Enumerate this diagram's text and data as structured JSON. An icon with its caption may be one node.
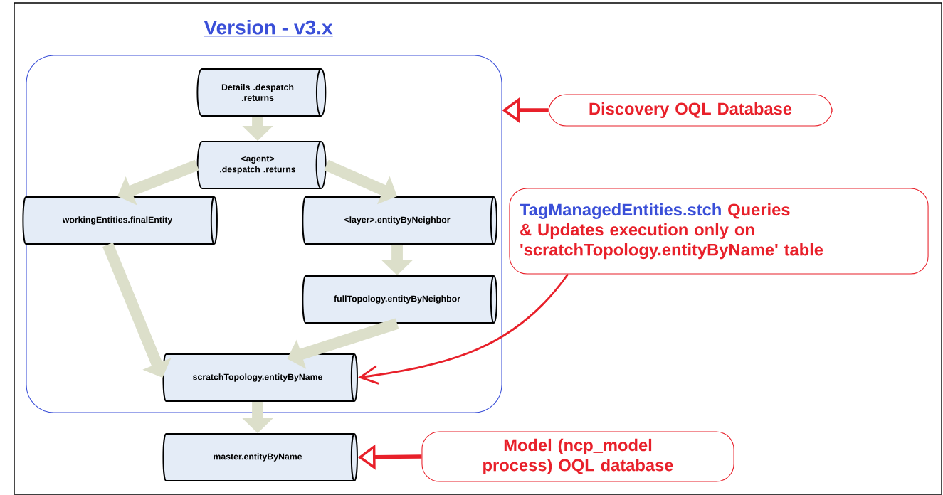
{
  "diagram": {
    "nodes": [
      {
        "text": [
          "Version - v3.x"
        ]
      },
      {
        "text": [
          "Details .despatch .returns"
        ],
        "in": 0
      },
      {
        "text": [
          "<agent> .despatch .returns"
        ],
        "in": 0
      },
      {
        "text": [
          "workingEntities.finalEntity"
        ],
        "in": 0
      },
      {
        "text": [
          "<layer>.entityByNeighbor"
        ],
        "in": 0
      },
      {
        "text": [
          "fullTopology.entityByNeighbor"
        ],
        "in": 0
      },
      {
        "text": [
          "scratchTopology.entityByName"
        ],
        "in": 0
      },
      {
        "text": [
          "master.entityByName"
        ]
      },
      {
        "text": [
          "Discovery OQL Database"
        ]
      },
      {
        "text": [
          "TagManagedEntities.stch",
          "Queries & Updates execution only on 'scratchTopology.entityByName' table"
        ]
      },
      {
        "text": [
          "Model (ncp_model process) OQL database"
        ]
      }
    ],
    "edges": [
      {
        "from": 1,
        "to": 2,
        "arrow": "to"
      },
      {
        "from": 2,
        "to": 3,
        "arrow": "to"
      },
      {
        "from": 2,
        "to": 4,
        "arrow": "to"
      },
      {
        "from": 4,
        "to": 5,
        "arrow": "to"
      },
      {
        "from": 3,
        "to": 6,
        "arrow": "to"
      },
      {
        "from": 5,
        "to": 6,
        "arrow": "to"
      },
      {
        "from": 6,
        "to": 7,
        "arrow": "to"
      },
      {
        "from": 8,
        "to": 0,
        "arrow": "to",
        "color": "#e8202a"
      },
      {
        "from": 9,
        "to": 6,
        "arrow": "to",
        "color": "#e8202a"
      },
      {
        "from": 10,
        "to": 7,
        "arrow": "to",
        "color": "#e8202a"
      }
    ]
  }
}
